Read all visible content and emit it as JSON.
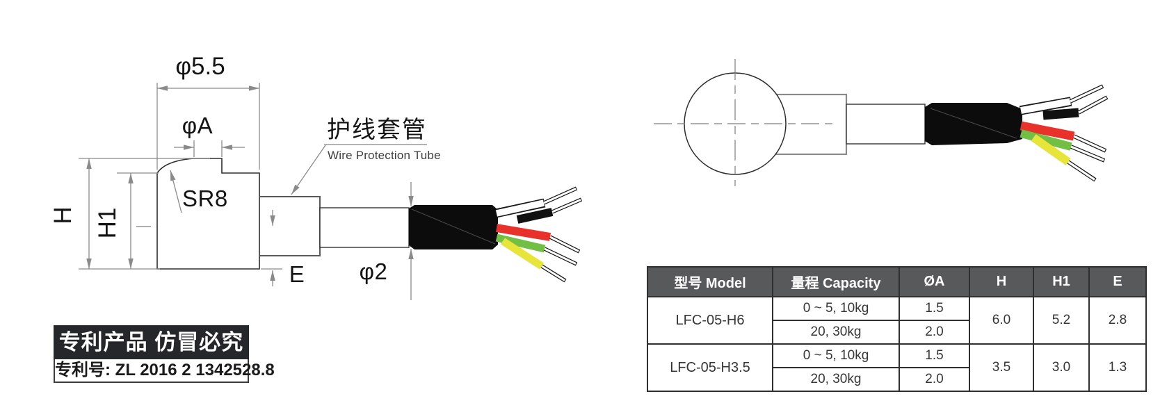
{
  "left_drawing": {
    "dim_top_diameter": "φ5.5",
    "dim_boss_diameter": "φA",
    "dim_sphere_radius": "SR8",
    "dim_height": "H",
    "dim_height1": "H1",
    "dim_e": "E",
    "dim_cable_diameter": "φ2",
    "tube_label_cn": "护线套管",
    "tube_label_en": "Wire Protection Tube"
  },
  "patent": {
    "banner": "专利产品 仿冒必究",
    "number": "专利号: ZL 2016 2 1342528.8"
  },
  "table": {
    "headers": [
      "型号 Model",
      "量程 Capacity",
      "ØA",
      "H",
      "H1",
      "E"
    ],
    "groups": [
      {
        "model": "LFC-05-H6",
        "rows": [
          {
            "capacity": "0 ~ 5, 10kg",
            "diameter_a": "1.5"
          },
          {
            "capacity": "20, 30kg",
            "diameter_a": "2.0"
          }
        ],
        "h": "6.0",
        "h1": "5.2",
        "e": "2.8"
      },
      {
        "model": "LFC-05-H3.5",
        "rows": [
          {
            "capacity": "0 ~ 5, 10kg",
            "diameter_a": "1.5"
          },
          {
            "capacity": "20, 30kg",
            "diameter_a": "2.0"
          }
        ],
        "h": "3.5",
        "h1": "3.0",
        "e": "1.3"
      }
    ]
  },
  "colors": {
    "wire_red": "#e8312a",
    "wire_green": "#71bf45",
    "wire_yellow": "#e7e43a",
    "wire_white": "#ffffff",
    "wire_black": "#111111",
    "sheath": "#0c0c0c",
    "part_line": "#2e2e2e",
    "dim_line": "#8a8a8a",
    "table_header_bg": "#58595b",
    "table_header_text": "#ffffff",
    "patent_banner_bg": "#25272b"
  }
}
